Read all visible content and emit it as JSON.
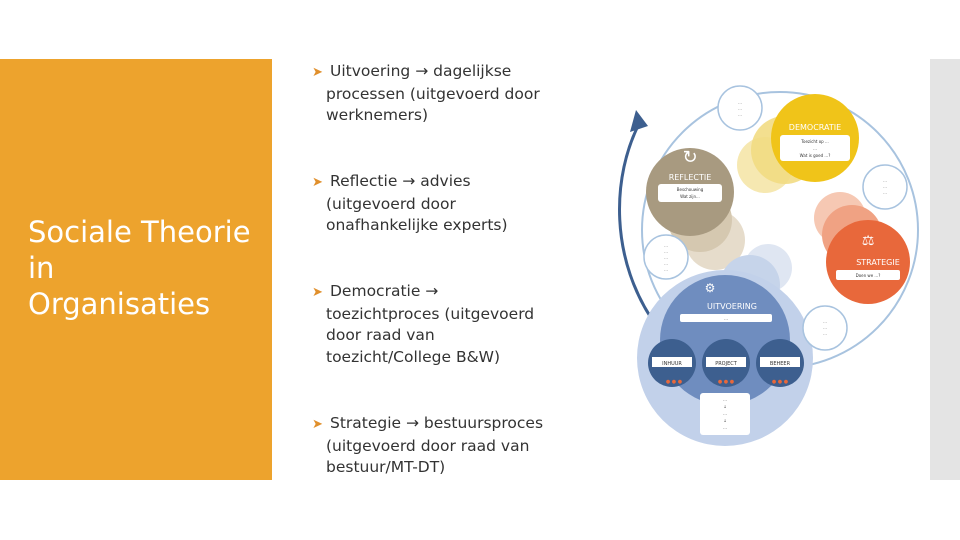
{
  "slide": {
    "title_lines": [
      "Sociale Theorie",
      "in",
      "Organisaties"
    ]
  },
  "bullets": [
    {
      "lines": [
        "Uitvoering → dagelijkse",
        "processen (uitgevoerd door",
        "werknemers)"
      ]
    },
    {
      "lines": [
        "Reflectie → advies",
        "(uitgevoerd door",
        "onafhankelijke experts)"
      ]
    },
    {
      "lines": [
        "Democratie →",
        "toezichtproces (uitgevoerd",
        "door raad van",
        "toezicht/College B&W)"
      ]
    },
    {
      "lines": [
        "Strategie → bestuursproces",
        "(uitgevoerd door raad van",
        "bestuur/MT-DT)"
      ]
    }
  ],
  "diagram": {
    "democratie": {
      "title": "DEMOCRATIE",
      "caption_lines": [
        "Toezicht op ...",
        "...",
        "Wat is goed ...?"
      ]
    },
    "reflectie": {
      "title": "REFLECTIE",
      "caption_lines": [
        "Beschouwing",
        "Wat zijn..."
      ]
    },
    "strategie": {
      "title": "STRATEGIE",
      "caption": "Doen we ...?"
    },
    "uitvoering": {
      "title": "UITVOERING",
      "subtitle": "...",
      "circles": [
        "INHUUR",
        "PROJECT",
        "BEHEER"
      ],
      "bottom_lines": [
        "...",
        "↓",
        "...",
        "↓",
        "..."
      ]
    },
    "small_labels": {
      "top_left": [
        "...",
        "...",
        "..."
      ],
      "right": [
        "...",
        "...",
        "..."
      ],
      "left": [
        "...",
        "...",
        "...",
        "...",
        "..."
      ],
      "bottom_right": [
        "...",
        "...",
        "..."
      ]
    },
    "colors": {
      "democratie": "#f0c419",
      "reflectie": "#a89a80",
      "strategie": "#e8683b",
      "uitvoering": "#6f8dbf",
      "arrow": "#3d5f8f",
      "connector": "#a8c3df"
    }
  }
}
